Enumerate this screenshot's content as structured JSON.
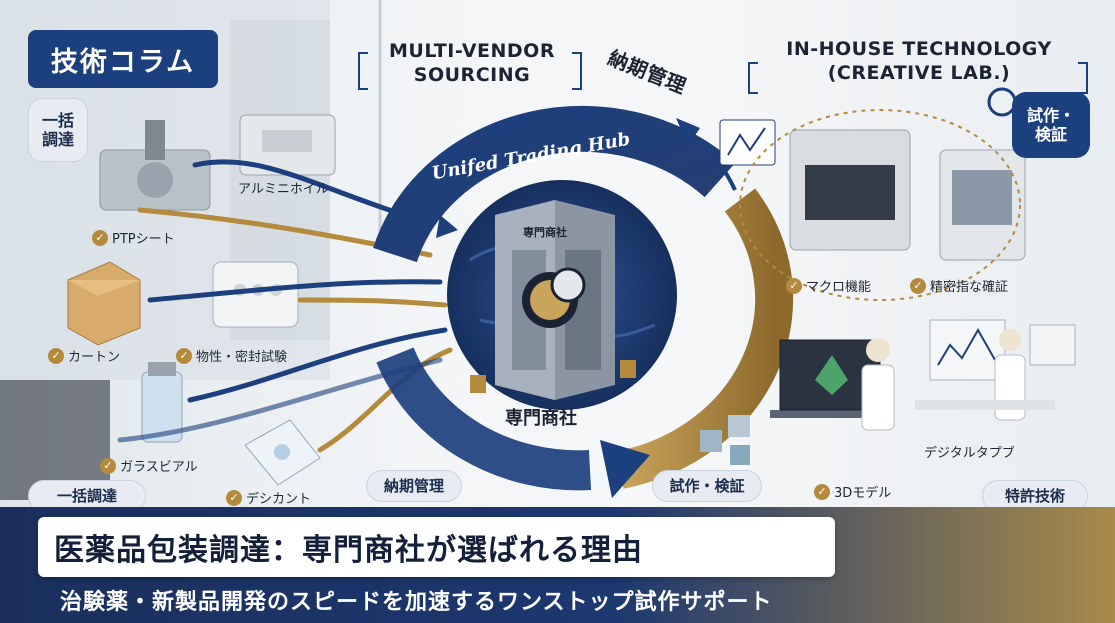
{
  "badge": "技術コラム",
  "left_tags": {
    "top": "一括\n調達",
    "bottom": "一括調達"
  },
  "items": {
    "aluminum": "アルミニホイル",
    "ptp": "PTPシート",
    "carton": "カートン",
    "seal_test": "物性・密封試験",
    "glass_vial": "ガラスビアル",
    "desiccant": "デシカント"
  },
  "center": {
    "sourcing_line1": "MULTI-VENDOR",
    "sourcing_line2": "SOURCING",
    "delivery_top": "納期管理",
    "arc_text": "Unifed Trading Hub",
    "building_sign": "専門商社",
    "hub_label": "専門商社",
    "delivery_bottom": "納期管理",
    "trial_bottom": "試作・検証"
  },
  "right": {
    "heading_line1": "IN-HOUSE TECHNOLOGY",
    "heading_line2": "(CREATIVE LAB.)",
    "trial_tag": "試作・\n検証",
    "macro": "マクロ機能",
    "precise": "精密指な確証",
    "model3d": "3Dモデル",
    "digital_tap": "デジタルタプブ",
    "patent": "特許技術"
  },
  "title": "医薬品包装調達：専門商社が選ばれる理由",
  "subtitle": "治験薬・新製品開発のスピードを加速するワンストップ試作サポート",
  "colors": {
    "navy": "#1c3f7d",
    "gold": "#b48b3c",
    "band_dark": "#1a2f5c"
  }
}
